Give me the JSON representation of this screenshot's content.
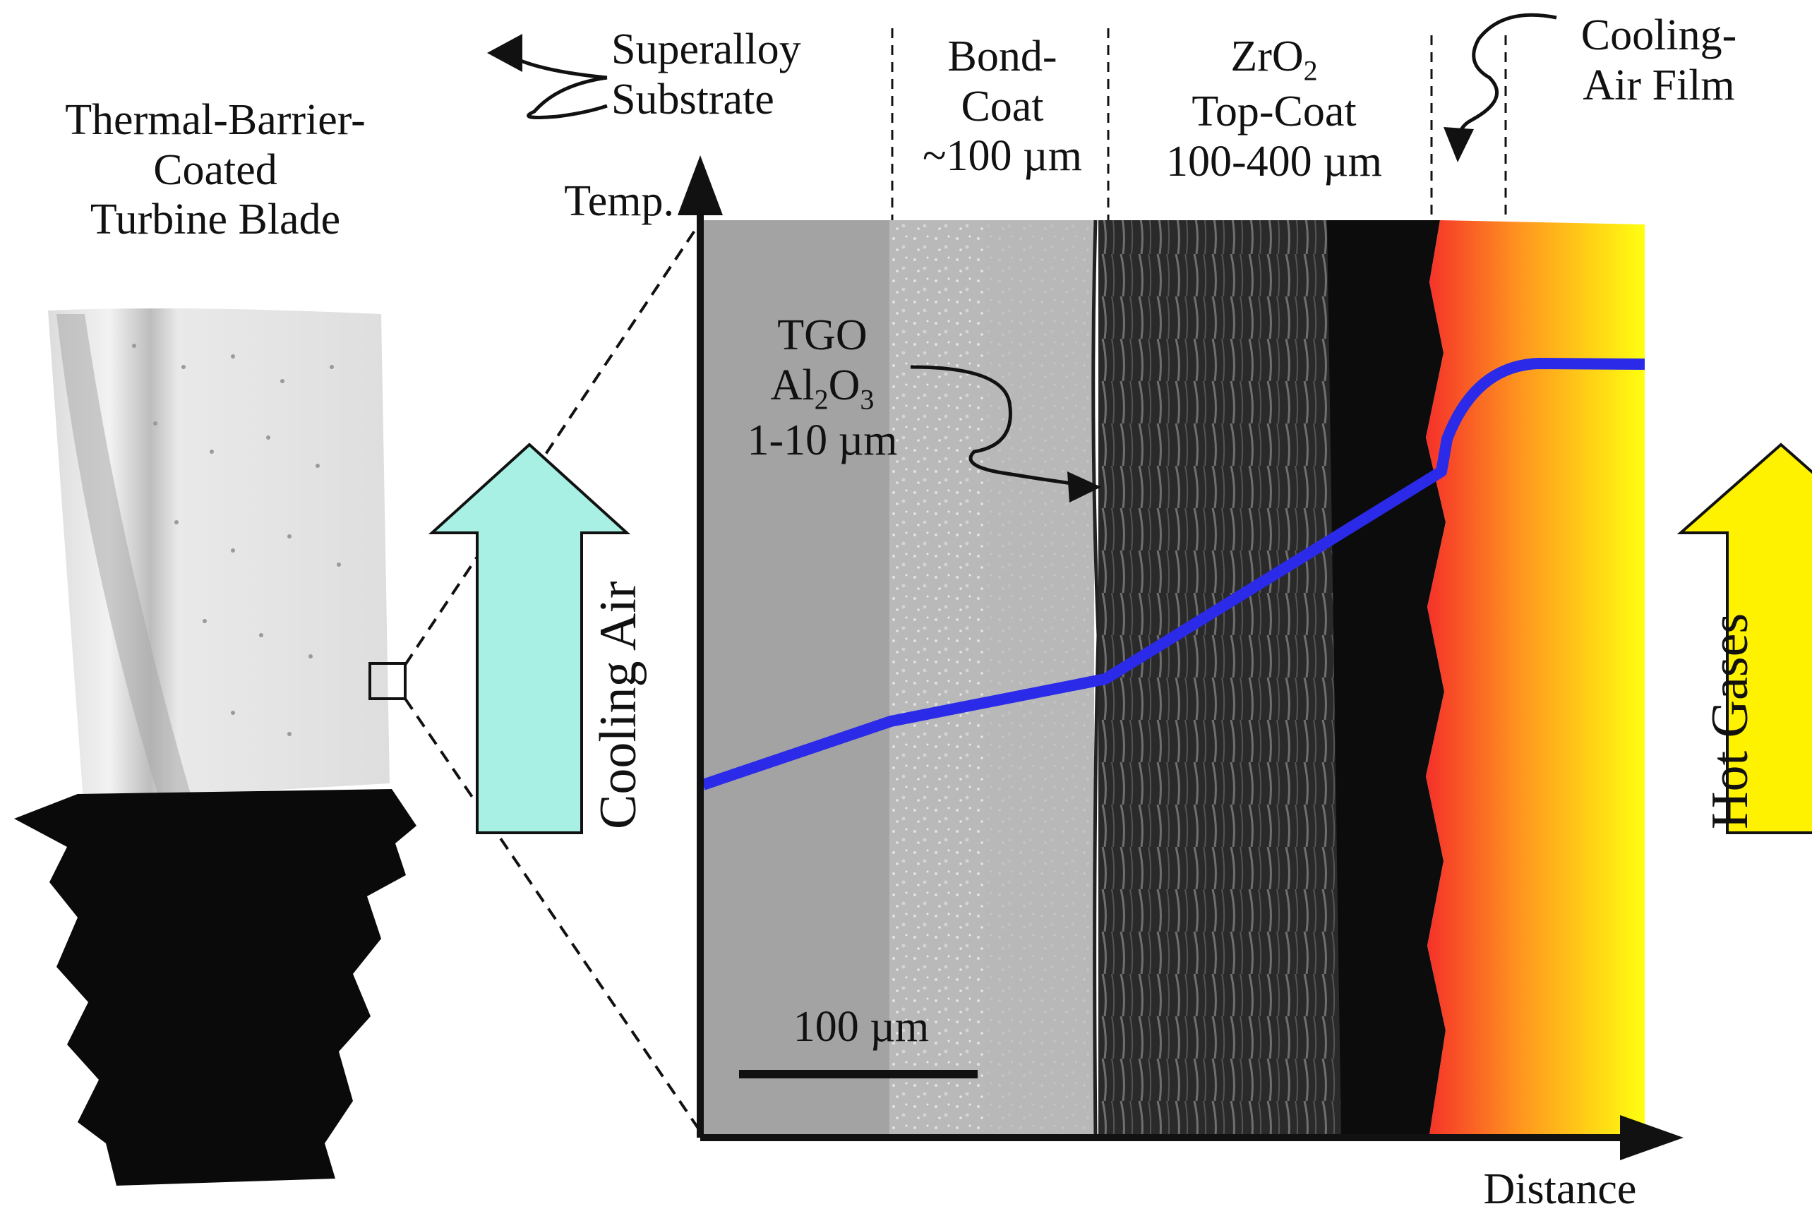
{
  "blade": {
    "title": [
      "Thermal-Barrier-",
      "Coated",
      "Turbine Blade"
    ]
  },
  "layers": {
    "substrate": [
      "Superalloy",
      "Substrate"
    ],
    "bond_coat": [
      "Bond-",
      "Coat",
      "~100 µm"
    ],
    "top_coat": [
      "ZrO",
      "2",
      "Top-Coat",
      "100-400 µm"
    ],
    "cooling_film": [
      "Cooling-",
      "Air Film"
    ],
    "tgo": [
      "TGO",
      "Al",
      "2",
      "O",
      "3",
      "1-10 µm"
    ]
  },
  "axes": {
    "y_label": "Temp.",
    "x_label": "Distance"
  },
  "scale_bar": "100 µm",
  "arrows": {
    "cooling_air": "Cooling Air",
    "hot_gases": "Hot Gases"
  },
  "colors": {
    "temperature_line": "#2a2ae8",
    "cooling_arrow": "#a8f0e4",
    "hot_arrow": "#fff200",
    "gradient_hot": "#f5302a",
    "gradient_end": "#ffff10"
  }
}
